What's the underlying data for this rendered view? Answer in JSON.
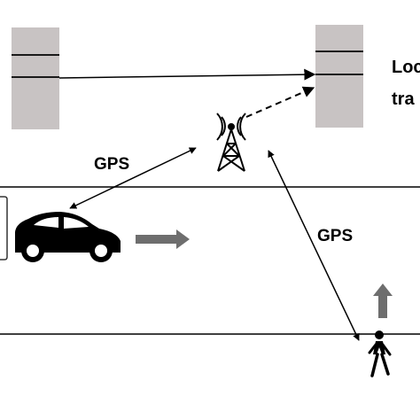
{
  "labels": {
    "gps_left": "GPS",
    "gps_right": "GPS",
    "side_line1": "Loc",
    "side_line2": "tra"
  },
  "colors": {
    "server_fill": "#c8c3c3",
    "server_line": "#1a1a1a",
    "road_line": "#000000",
    "motion_arrow": "#6e6e6e",
    "vehicle": "#000000"
  },
  "icons": {
    "left_server": "server-icon",
    "right_server": "server-icon",
    "tower": "cell-tower-icon",
    "car": "car-icon",
    "pedestrian": "pedestrian-icon"
  }
}
